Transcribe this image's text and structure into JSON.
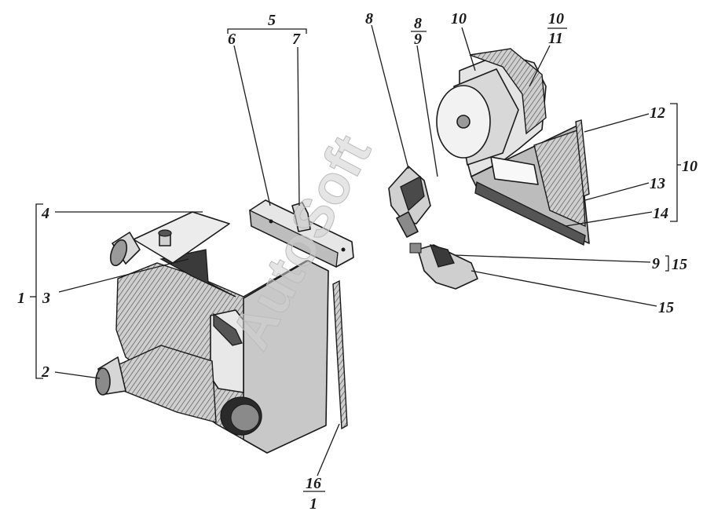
{
  "watermark": "AutoSoft",
  "labels": {
    "l1": "1",
    "l2": "2",
    "l3": "3",
    "l4": "4",
    "l5": "5",
    "l6": "6",
    "l7": "7",
    "l8a": "8",
    "l8b": "8",
    "l9b": "9",
    "l9c": "9",
    "l10a": "10",
    "l10b": "10",
    "l11": "11",
    "l10c": "10",
    "l12": "12",
    "l13": "13",
    "l14": "14",
    "l15a": "15",
    "l15b": "15",
    "l16": "16",
    "l1b": "1"
  }
}
